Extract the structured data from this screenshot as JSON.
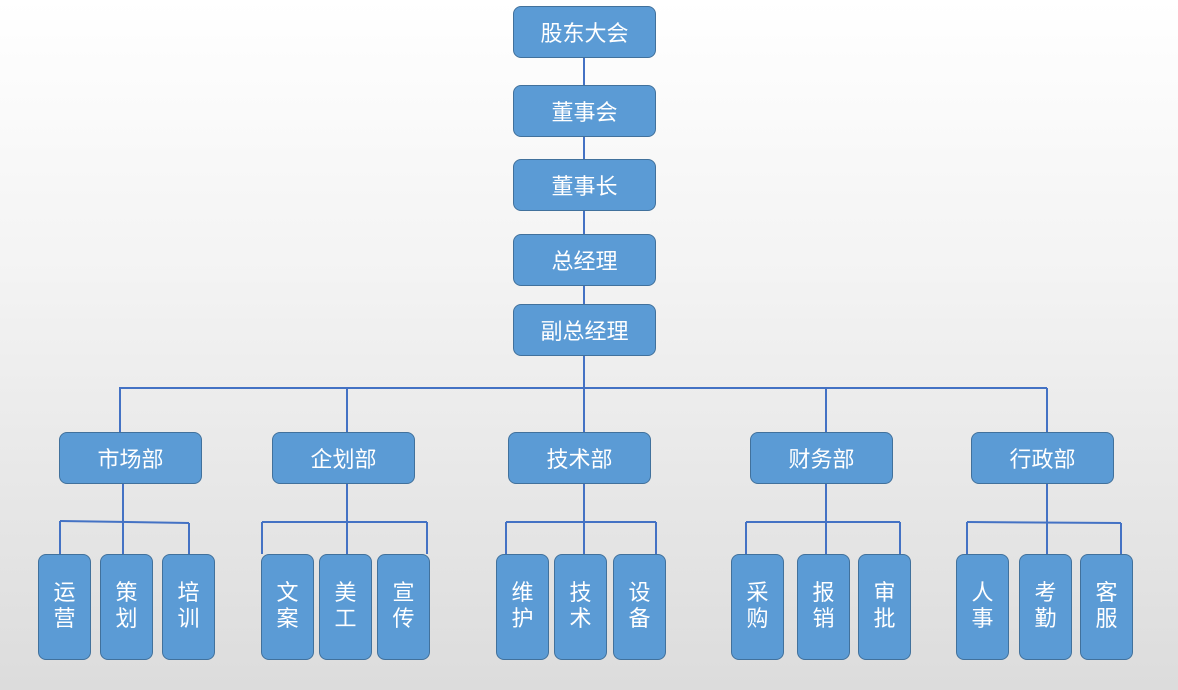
{
  "executives": [
    "股东大会",
    "董事会",
    "董事长",
    "总经理",
    "副总经理"
  ],
  "departments": [
    {
      "name": "市场部",
      "units": [
        "运营",
        "策划",
        "培训"
      ]
    },
    {
      "name": "企划部",
      "units": [
        "文案",
        "美工",
        "宣传"
      ]
    },
    {
      "name": "技术部",
      "units": [
        "维护",
        "技术",
        "设备"
      ]
    },
    {
      "name": "财务部",
      "units": [
        "采购",
        "报销",
        "审批"
      ]
    },
    {
      "name": "行政部",
      "units": [
        "人事",
        "考勤",
        "客服"
      ]
    }
  ],
  "colors": {
    "box_fill": "#5b9bd5",
    "box_border": "#41719c",
    "connector": "#4472c4",
    "text": "#ffffff"
  }
}
